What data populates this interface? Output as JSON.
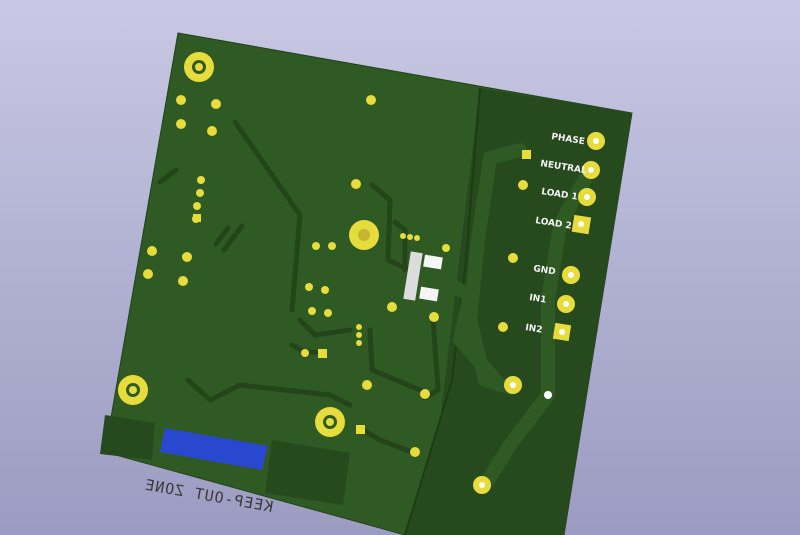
{
  "board": {
    "colors": {
      "background_top": "#c9c9e4",
      "soldermask": "#2f5a24",
      "copper_pour": "#274d1e",
      "trace": "#244a1b",
      "pad_gold": "#e6dc3c",
      "drill": "#ffffff",
      "silkscreen": "#f4f4f4",
      "cutout_blue": "#2a47d0"
    }
  },
  "connector_labels": {
    "phase": "PHASE",
    "neutral": "NEUTRAL",
    "load1": "LOAD 1",
    "load2": "LOAD 2",
    "gnd": "GND",
    "in1": "IN1",
    "in2": "IN2"
  },
  "keepout": {
    "label": "KEEP-OUT ZONE"
  }
}
